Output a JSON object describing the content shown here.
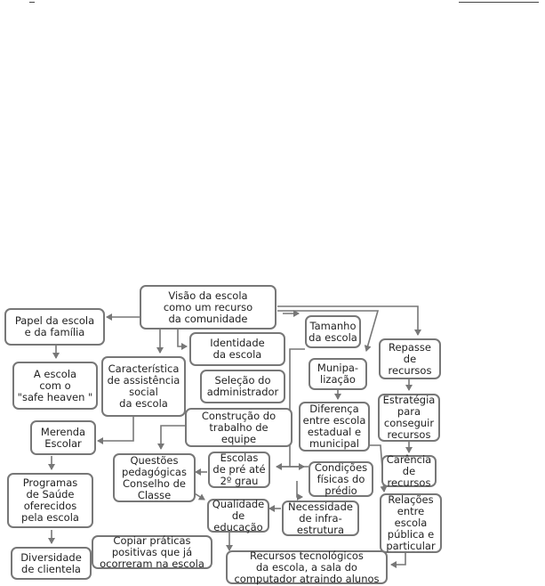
{
  "nodes": [
    {
      "id": "visao",
      "text": "Visão da escola\ncomo um recurso\nda comunidade"
    },
    {
      "id": "papel",
      "text": "Papel da escola\ne da família"
    },
    {
      "id": "tamanho",
      "text": "Tamanho\nda escola"
    },
    {
      "id": "identidade",
      "text": "Identidade\nda escola"
    },
    {
      "id": "repasse",
      "text": "Repasse\nde\nrecursos"
    },
    {
      "id": "safe",
      "text": "A escola\ncom o\n\"safe heaven \""
    },
    {
      "id": "assistencia",
      "text": "Característica\nde assistência\nsocial\nda escola"
    },
    {
      "id": "selecao",
      "text": "Seleção do\nadministrador"
    },
    {
      "id": "munipa",
      "text": "Munipa-\nlização"
    },
    {
      "id": "estrategia",
      "text": "Estratégia\npara\nconseguir\nrecursos"
    },
    {
      "id": "diferenca",
      "text": "Diferença\nentre escola\nestadual e\nmunicipal"
    },
    {
      "id": "merenda",
      "text": "Merenda\nEscolar"
    },
    {
      "id": "construcao",
      "text": "Construção do\ntrabalho de\nequipe"
    },
    {
      "id": "carencia",
      "text": "Carência\nde\nrecursos"
    },
    {
      "id": "questoes",
      "text": "Questões\npedagógicas\nConselho de\nClasse"
    },
    {
      "id": "escolas",
      "text": "Escolas\nde pré até\n2º grau"
    },
    {
      "id": "condicoes",
      "text": "Condições\nfísicas do\nprédio"
    },
    {
      "id": "programas",
      "text": "Programas\nde Saúde\noferecidos\npela escola"
    },
    {
      "id": "relacoes",
      "text": "Relações\nentre\nescola\npública e\nparticular"
    },
    {
      "id": "qualidade",
      "text": "Qualidade\nde\neducação"
    },
    {
      "id": "necessidade",
      "text": "Necessidade\nde infra-\nestrutura"
    },
    {
      "id": "copiar",
      "text": "Copiar práticas\npositivas que já\nocorreram na escola"
    },
    {
      "id": "diversidade",
      "text": "Diversidade\nde clientela"
    },
    {
      "id": "recursos_tec",
      "text": "Recursos tecnológicos\nda escola, a sala do\ncomputador atraindo alunos"
    }
  ],
  "colors": {
    "line": "#777777",
    "text": "#222222"
  }
}
